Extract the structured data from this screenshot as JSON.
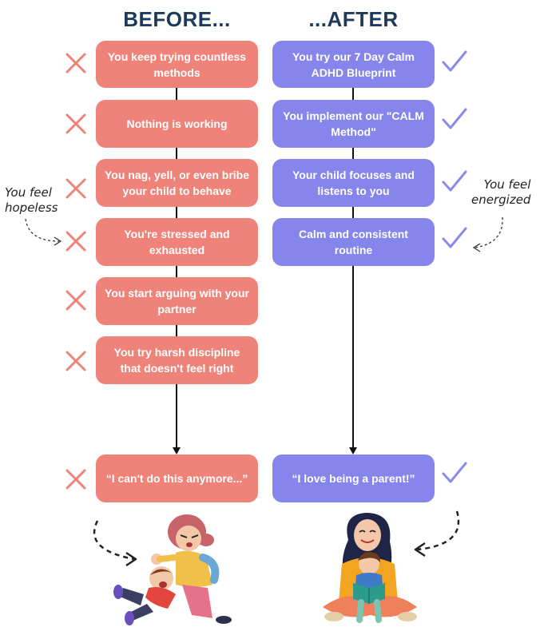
{
  "headings": {
    "before": "BEFORE...",
    "after": "...AFTER"
  },
  "before_items": [
    "You keep trying countless methods",
    "Nothing is working",
    "You nag, yell, or even bribe your child to behave",
    "You're stressed and exhausted",
    "You start arguing with your partner",
    "You try harsh  discipline that doesn't feel right",
    "“I can't do this anymore...”"
  ],
  "after_items": [
    "You try our 7 Day Calm ADHD Blueprint",
    "You implement our \"CALM Method\"",
    "Your child focuses and listens to you",
    "Calm and consistent routine",
    "“I love being a parent!”"
  ],
  "notes": {
    "left": [
      "You feel",
      "hopeless"
    ],
    "right": [
      "You feel",
      "energized"
    ]
  },
  "colors": {
    "before_box": "#f08379",
    "after_box": "#8585eb",
    "cross": "#ef8176",
    "check": "#8a8be8",
    "heading": "#1e3a5a"
  },
  "icons": {
    "before_mark": "cross-icon",
    "after_mark": "check-icon",
    "before_illustration": "frustrated-parent-illustration",
    "after_illustration": "happy-parent-reading-illustration"
  }
}
